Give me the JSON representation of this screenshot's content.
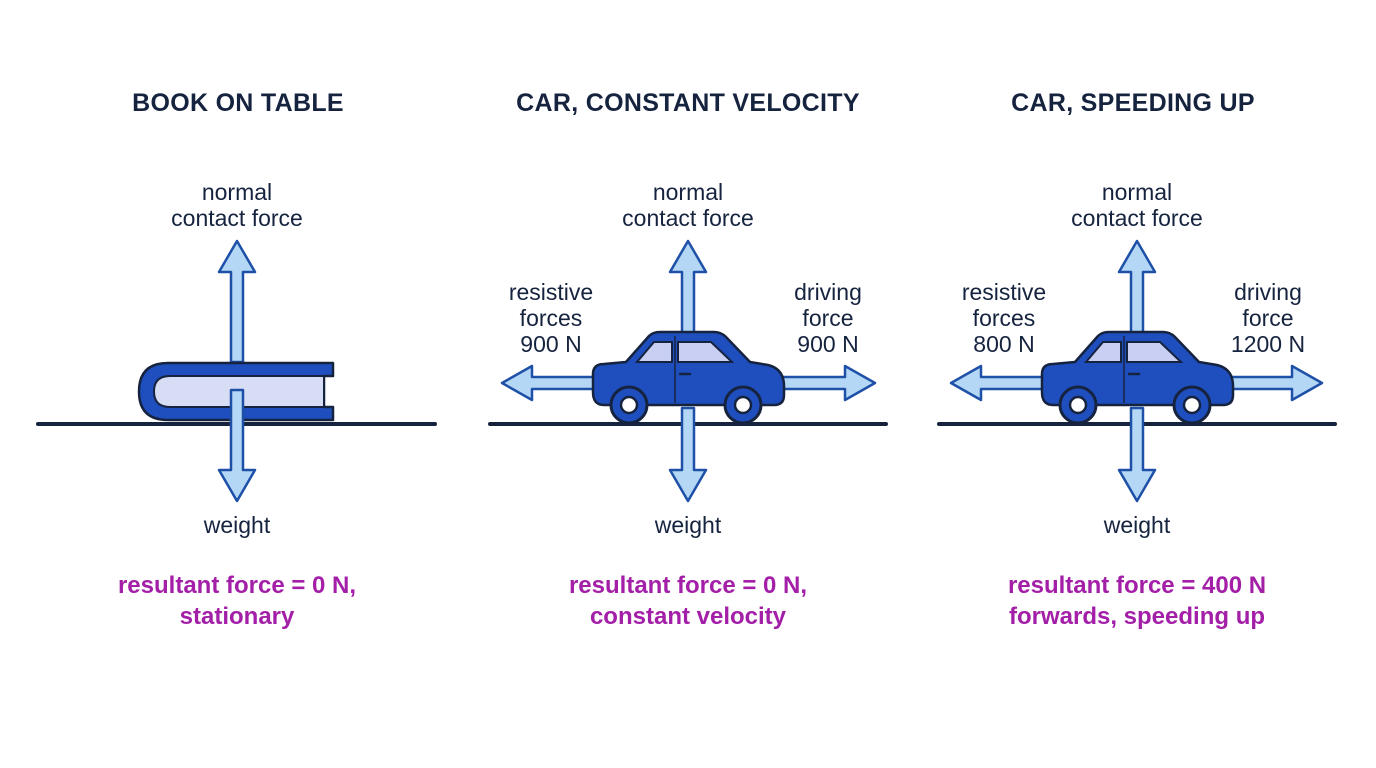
{
  "colors": {
    "ink": "#16233f",
    "arrow_fill": "#b3d7f5",
    "arrow_stroke": "#1e50a8",
    "object_fill": "#1f4fbf",
    "book_pages": "#d8ddf6",
    "window": "#c9cff2",
    "result_text": "#a31fa8"
  },
  "panels": [
    {
      "title": "BOOK ON TABLE",
      "object": "book",
      "labels": {
        "up_line1": "normal",
        "up_line2": "contact force",
        "down": "weight"
      },
      "result_line1": "resultant force = 0 N,",
      "result_line2": "stationary"
    },
    {
      "title": "CAR, CONSTANT VELOCITY",
      "object": "car",
      "labels": {
        "up_line1": "normal",
        "up_line2": "contact force",
        "down": "weight",
        "left_line1": "resistive",
        "left_line2": "forces",
        "left_line3": "900 N",
        "right_line1": "driving",
        "right_line2": "force",
        "right_line3": "900 N"
      },
      "result_line1": "resultant force = 0 N,",
      "result_line2": "constant velocity"
    },
    {
      "title": "CAR, SPEEDING UP",
      "object": "car",
      "labels": {
        "up_line1": "normal",
        "up_line2": "contact force",
        "down": "weight",
        "left_line1": "resistive",
        "left_line2": "forces",
        "left_line3": "800 N",
        "right_line1": "driving",
        "right_line2": "force",
        "right_line3": "1200 N"
      },
      "result_line1": "resultant force = 400 N",
      "result_line2": "forwards, speeding up"
    }
  ]
}
